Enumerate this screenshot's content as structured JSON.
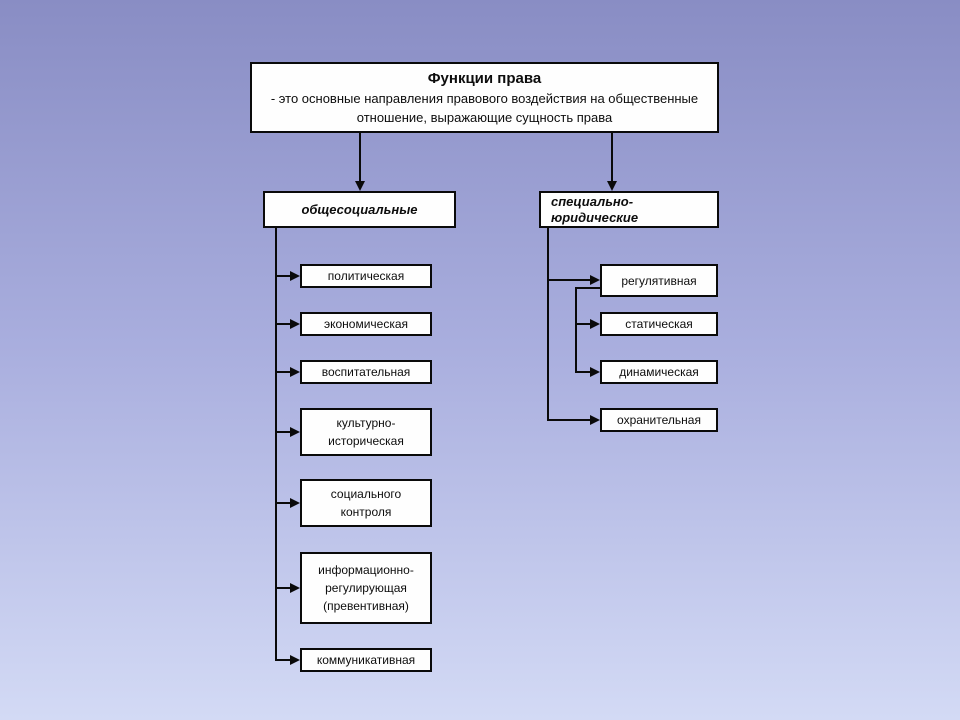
{
  "slide": {
    "title": {
      "heading": "Функции права",
      "description": "- это основные направления правового воздействия на общественные\nотношение, выражающие сущность права"
    },
    "branches": {
      "left": {
        "label": "общесоциальные",
        "items": [
          "политическая",
          "экономическая",
          "воспитательная",
          "культурно-\nисторическая",
          "социального\nконтроля",
          "информационно-\nрегулирующая\n(превентивная)",
          "коммуникативная"
        ]
      },
      "right": {
        "label": "специально-\nюридические",
        "items": [
          "регулятивная",
          "статическая",
          "динамическая",
          "охранительная"
        ]
      }
    }
  }
}
